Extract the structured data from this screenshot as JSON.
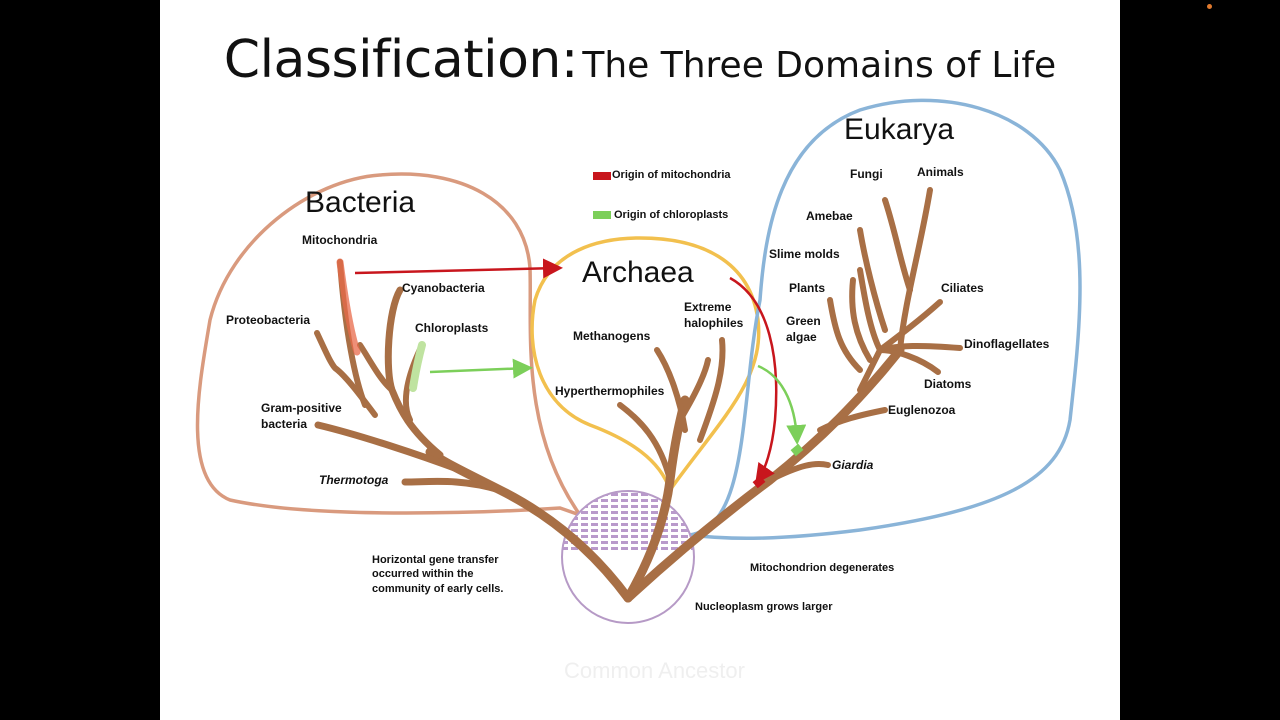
{
  "title": {
    "main": "Classification:",
    "sub": "The Three Domains of Life"
  },
  "domains": {
    "bacteria": "Bacteria",
    "archaea": "Archaea",
    "eukarya": "Eukarya"
  },
  "legend": {
    "mitochondria": "Origin of mitochondria",
    "chloroplasts": "Origin of chloroplasts"
  },
  "labels": {
    "mitochondria": "Mitochondria",
    "cyanobacteria": "Cyanobacteria",
    "proteobacteria": "Proteobacteria",
    "chloroplasts": "Chloroplasts",
    "gram_positive_1": "Gram-positive",
    "gram_positive_2": "bacteria",
    "thermotoga": "Thermotoga",
    "methanogens": "Methanogens",
    "extreme_1": "Extreme",
    "extreme_2": "halophiles",
    "hyperthermophiles": "Hyperthermophiles",
    "fungi": "Fungi",
    "animals": "Animals",
    "amebae": "Amebae",
    "slime_molds": "Slime molds",
    "plants": "Plants",
    "ciliates": "Ciliates",
    "green_algae_1": "Green",
    "green_algae_2": "algae",
    "dinoflagellates": "Dinoflagellates",
    "diatoms": "Diatoms",
    "euglenozoa": "Euglenozoa",
    "giardia": "Giardia"
  },
  "notes": {
    "hgt_1": "Horizontal gene transfer",
    "hgt_2": "occurred within the",
    "hgt_3": "community of early cells.",
    "mito_degenerates": "Mitochondrion degenerates",
    "nucleoplasm": "Nucleoplasm grows larger"
  },
  "ghost_text": "Common Ancestor",
  "colors": {
    "bacteria_outline": "#d99a7e",
    "archaea_outline": "#f2c04e",
    "eukarya_outline": "#8ab4d8",
    "branch": "#a86f45",
    "mitochondria": "#c8161d",
    "chloroplasts": "#7ccf5a",
    "ancestor_circle": "#b69ac6"
  }
}
